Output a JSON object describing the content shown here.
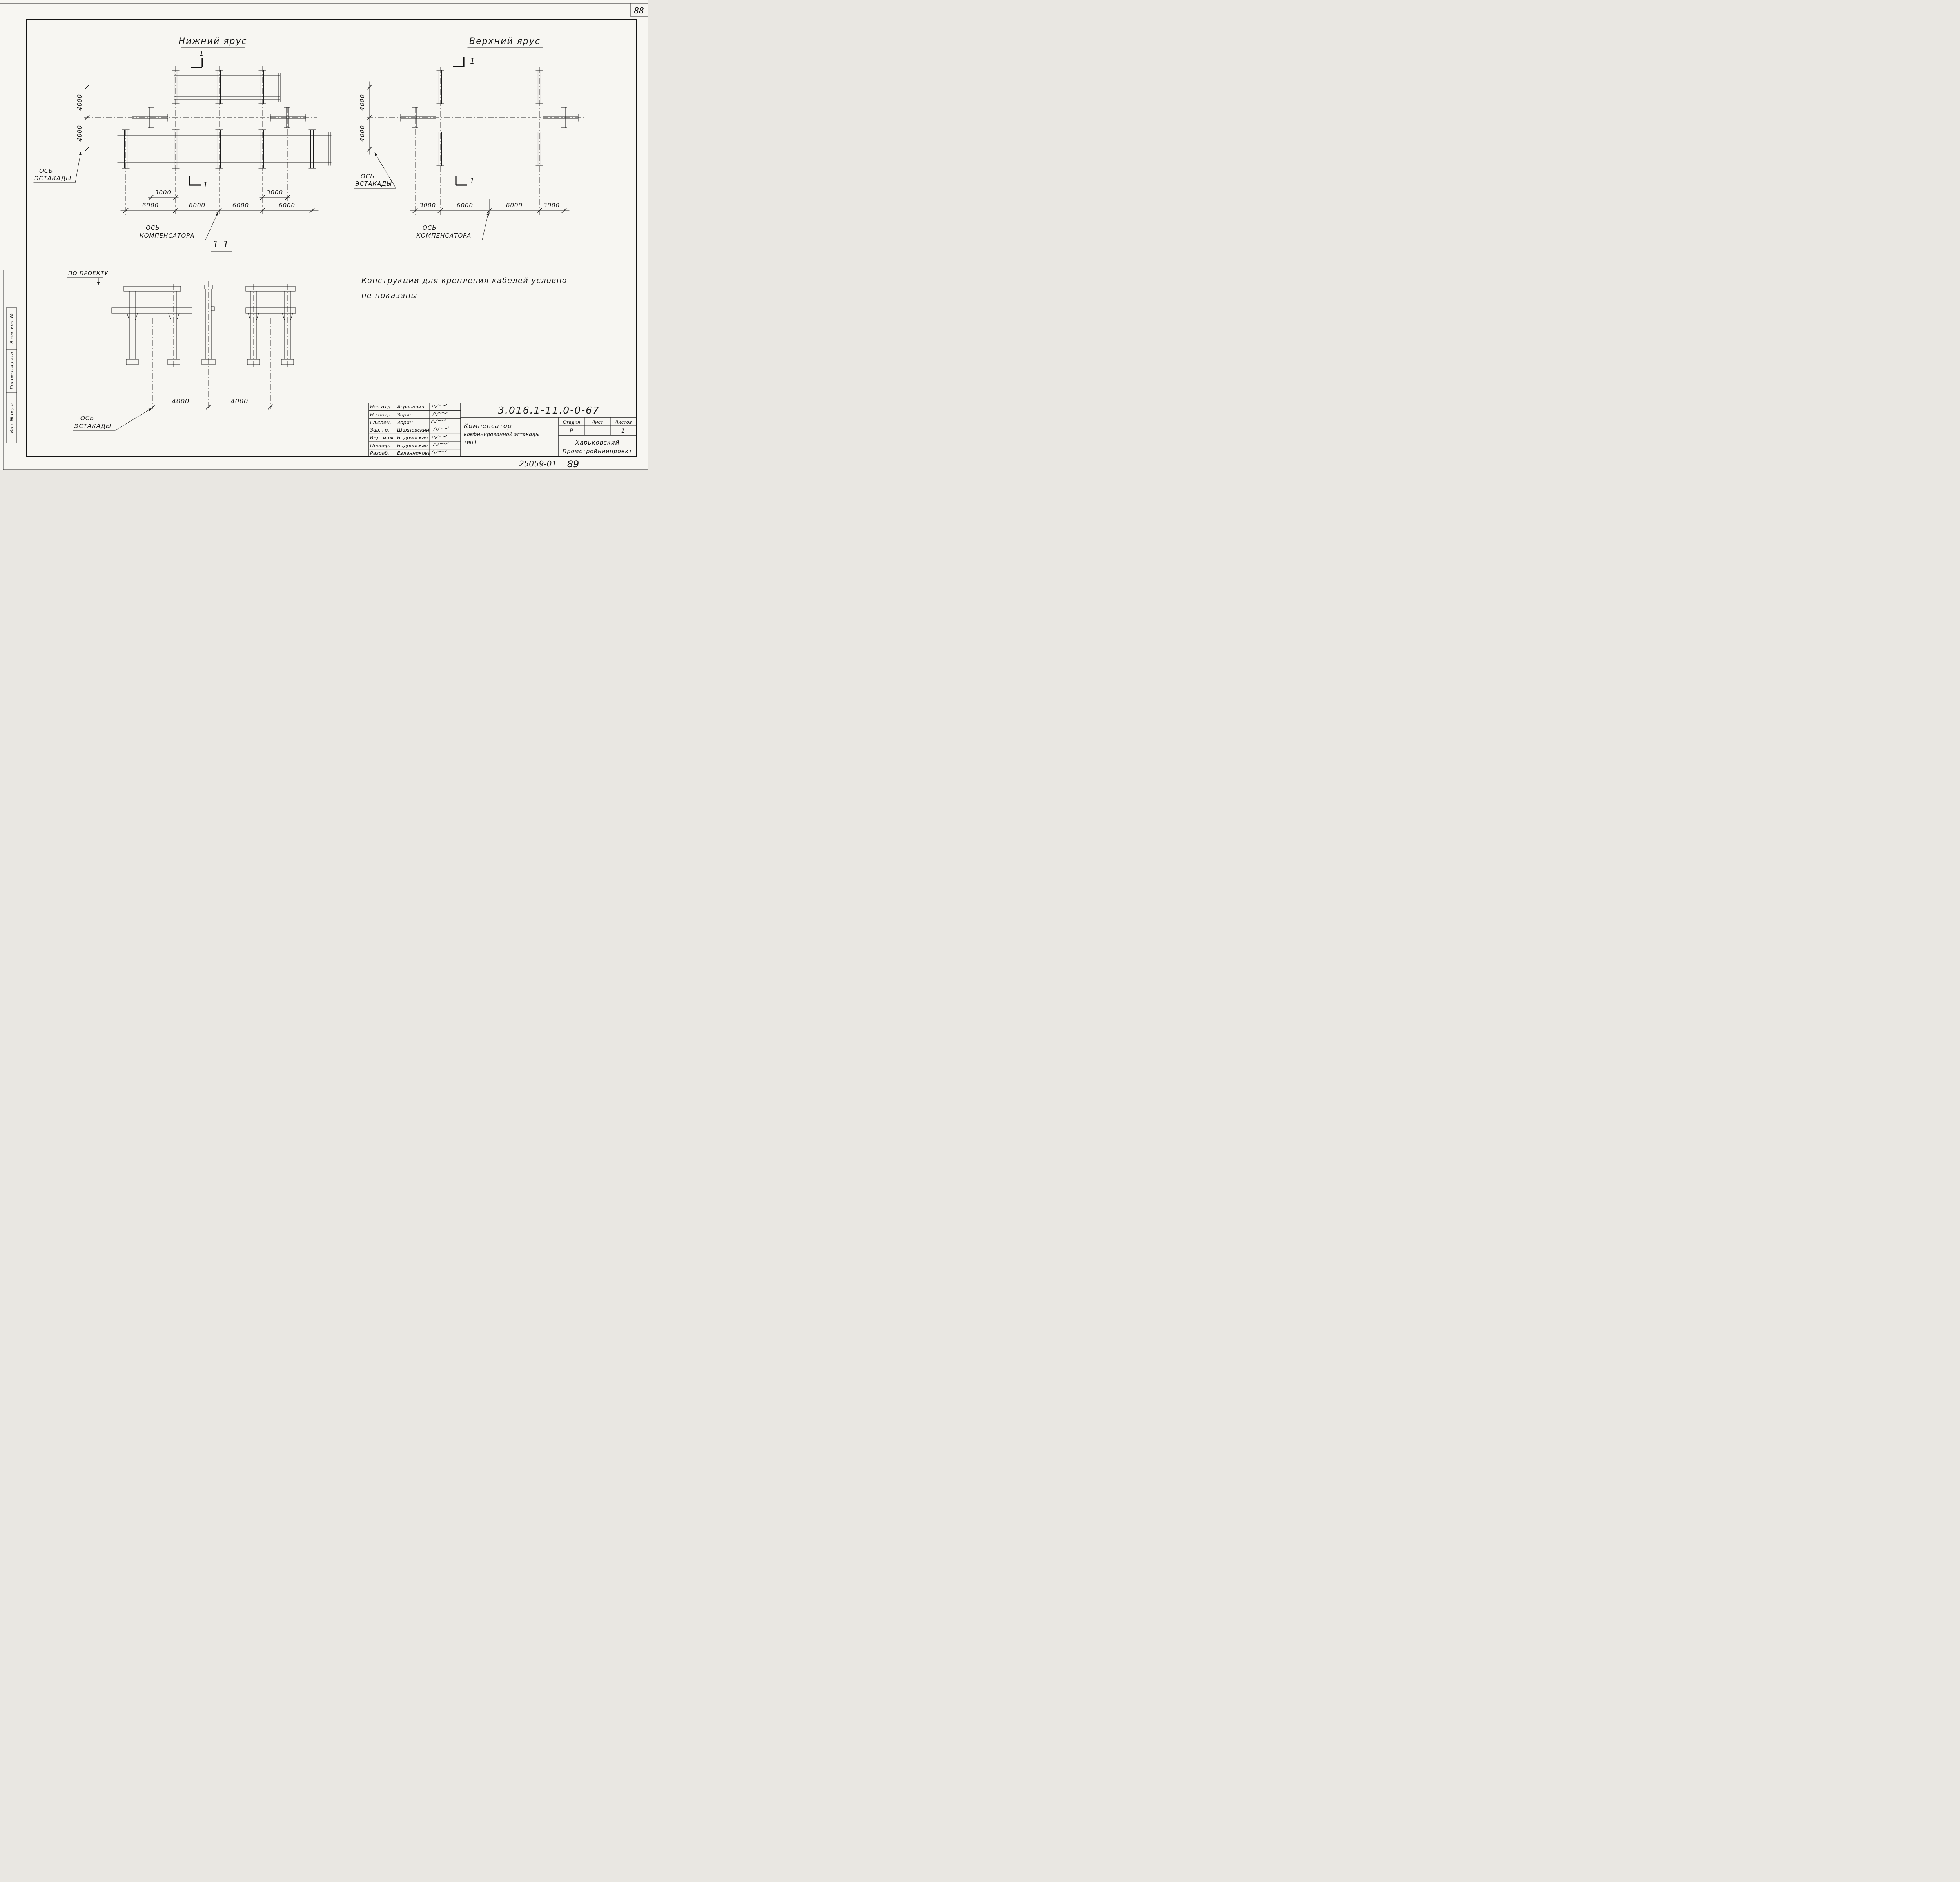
{
  "page": {
    "sheet_no_top": "88",
    "order_no": "25059-01",
    "sheet_no_bottom": "89"
  },
  "side_strip": {
    "cells": [
      "Взам. инв. №",
      "Подпись и дата",
      "Инв. № подл."
    ]
  },
  "plan_lower": {
    "title": "Нижний ярус",
    "cut_label": "1",
    "dim_v1": "4000",
    "dim_v2": "4000",
    "dim_3000_left": "3000",
    "dim_3000_right": "3000",
    "dims_6000": [
      "6000",
      "6000",
      "6000",
      "6000"
    ],
    "axis_estakada_1": "ОСЬ",
    "axis_estakada_2": "ЭСТАКАДЫ",
    "axis_komp_1": "ОСЬ",
    "axis_komp_2": "КОМПЕНСАТОРА"
  },
  "plan_upper": {
    "title": "Верхний ярус",
    "cut_label": "1",
    "dim_v1": "4000",
    "dim_v2": "4000",
    "dims": [
      "3000",
      "6000",
      "6000",
      "3000"
    ],
    "axis_estakada_1": "ОСЬ",
    "axis_estakada_2": "ЭСТАКАДЫ",
    "axis_komp_1": "ОСЬ",
    "axis_komp_2": "КОМПЕНСАТОРА"
  },
  "section_view": {
    "title": "1-1",
    "project_label": "ПО ПРОЕКТУ",
    "dims": [
      "4000",
      "4000"
    ],
    "axis_1": "ОСЬ",
    "axis_2": "ЭСТАКАДЫ"
  },
  "note": {
    "line1": "Конструкции  для  крепления  кабелей  условно",
    "line2": "не  показаны"
  },
  "title_block": {
    "rows": [
      {
        "role": "Нач.отд",
        "name": "Агранович"
      },
      {
        "role": "Н.контр",
        "name": "Зорин"
      },
      {
        "role": "Гл.спец.",
        "name": "Зорин"
      },
      {
        "role": "Зав. гр.",
        "name": "Шахновский"
      },
      {
        "role": "Вед. инж.",
        "name": "Боднянская"
      },
      {
        "role": "Провер.",
        "name": "Боднянская"
      },
      {
        "role": "Разраб.",
        "name": "Евланникова"
      }
    ],
    "doc_number": "3.016.1-11.0-0-67",
    "subject_line1": "Компенсатор",
    "subject_line2": "комбинированной эстакады",
    "subject_line3": "тип I",
    "stage_label": "Стадия",
    "sheet_label": "Лист",
    "sheets_label": "Листов",
    "stage_value": "Р",
    "sheet_value": "",
    "sheets_value": "1",
    "org_line1": "Харьковский",
    "org_line2": "Промстройниипроект"
  }
}
